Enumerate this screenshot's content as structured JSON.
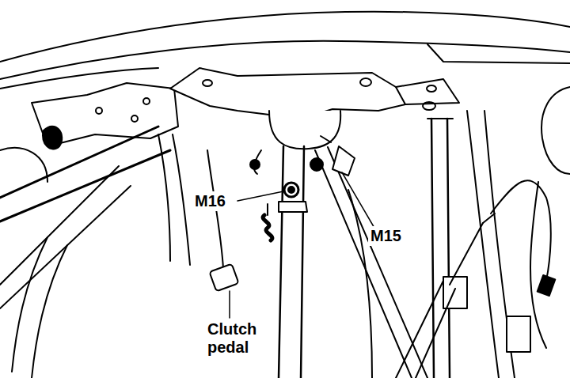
{
  "diagram": {
    "labels": [
      "M16",
      "M15",
      "Clutch pedal"
    ]
  }
}
